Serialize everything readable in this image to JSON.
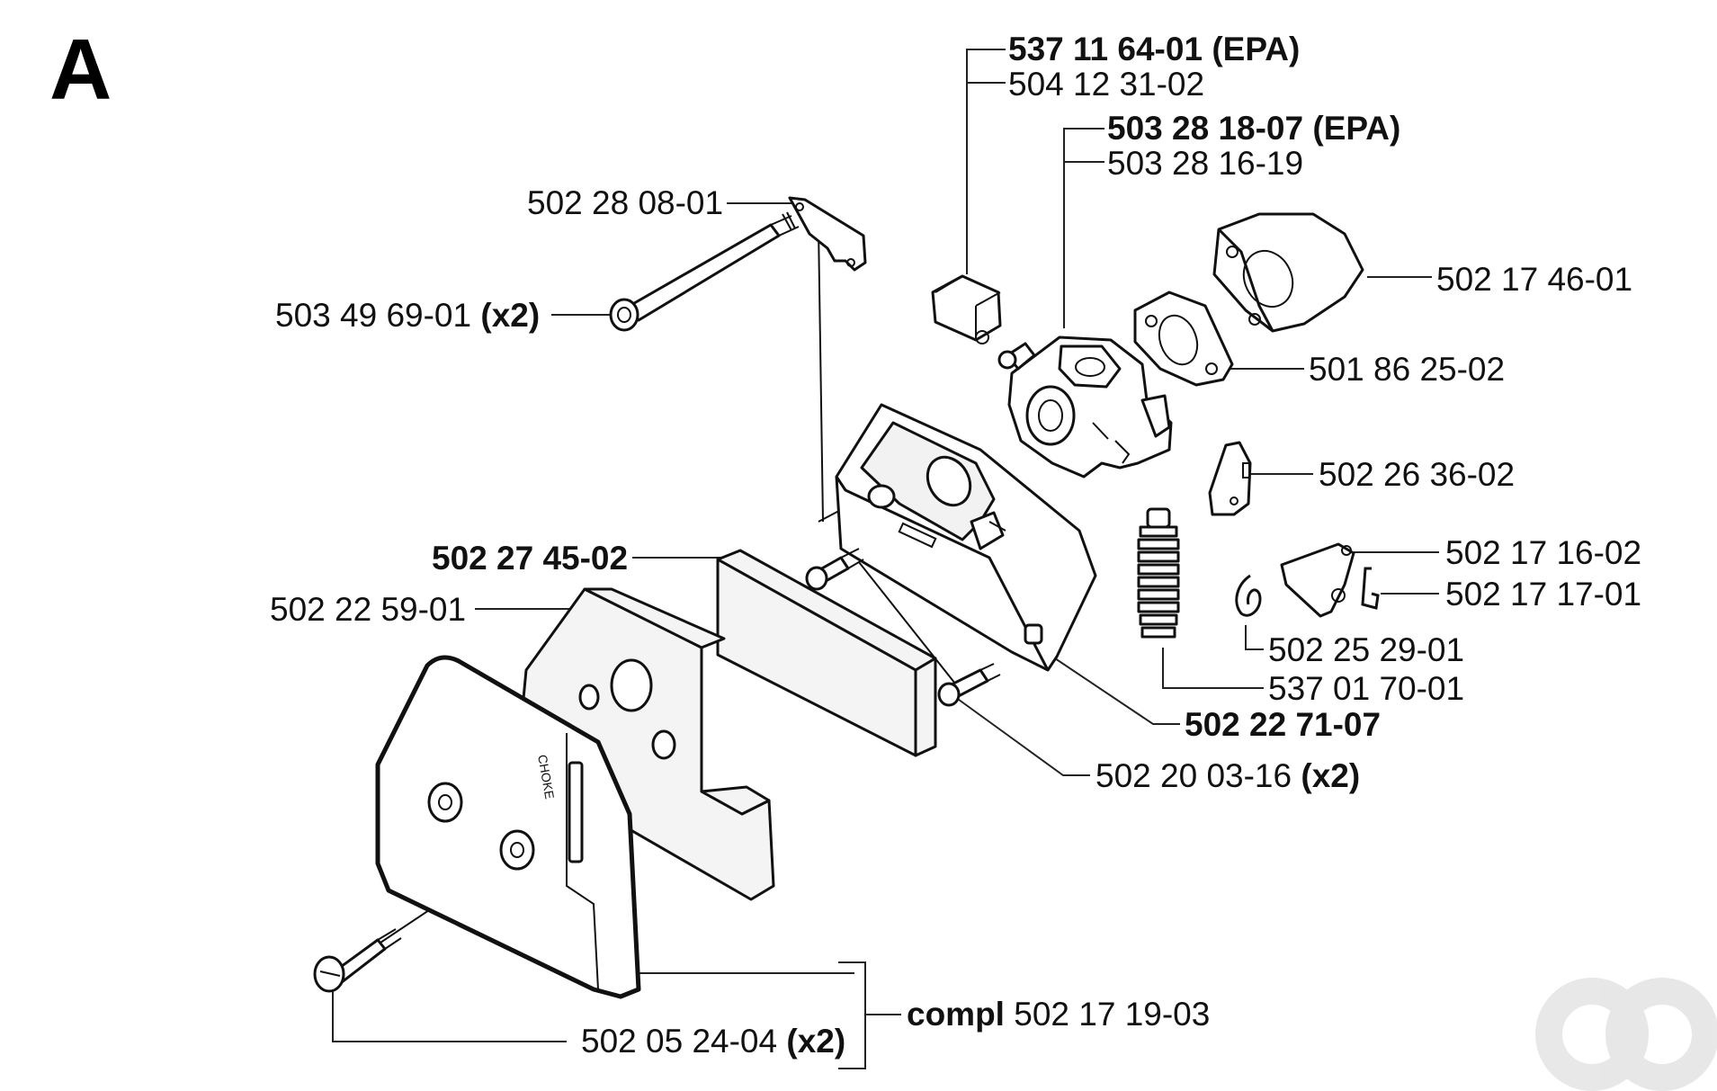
{
  "section_letter": "A",
  "labels": {
    "l1": {
      "num": "537 11 64-01",
      "suffix": " (EPA)"
    },
    "l2": {
      "num": "504 12 31-02"
    },
    "l3": {
      "num": "503 28 18-07",
      "suffix": " (EPA)"
    },
    "l4": {
      "num": "503 28 16-19"
    },
    "l5": {
      "num": "502 28 08-01"
    },
    "l6": {
      "num": "503 49 69-01",
      "suffix": " (x2)"
    },
    "l7": {
      "num": "502 17 46-01"
    },
    "l8": {
      "num": "501 86 25-02"
    },
    "l9": {
      "num": "502 26 36-02"
    },
    "l10": {
      "num": "502 17 16-02"
    },
    "l11": {
      "num": "502 17 17-01"
    },
    "l12": {
      "num": "502 27 45-02"
    },
    "l13": {
      "num": "502 22 59-01"
    },
    "l14": {
      "num": "502 25 29-01"
    },
    "l15": {
      "num": "537 01 70-01"
    },
    "l16": {
      "num": "502 22 71-07"
    },
    "l17": {
      "num": "502 20 03-16",
      "suffix": " (x2)"
    },
    "l18": {
      "prefix": "compl",
      "num": " 502 17 19-03"
    },
    "l19": {
      "num": "502 05 24-04",
      "suffix": " (x2)"
    }
  },
  "cover_embossed_text": "CHOKE",
  "watermark_logo": "ao"
}
